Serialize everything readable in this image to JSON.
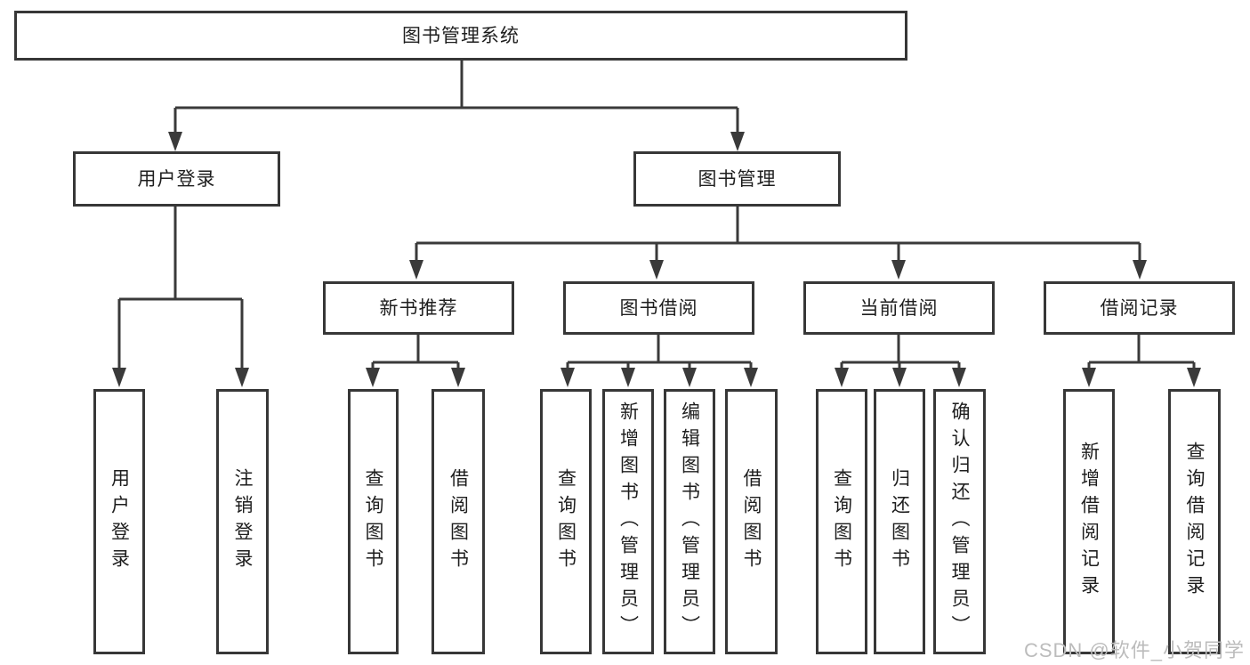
{
  "diagram": {
    "root": "图书管理系统",
    "level2": [
      "用户登录",
      "图书管理"
    ],
    "level3": [
      "新书推荐",
      "图书借阅",
      "当前借阅",
      "借阅记录"
    ],
    "level4": {
      "user_login": [
        "用户登录",
        "注销登录"
      ],
      "new_books": [
        "查询图书",
        "借阅图书"
      ],
      "book_borrow": [
        "查询图书",
        "新增图书（管理员）",
        "编辑图书（管理员）",
        "借阅图书"
      ],
      "current_borrow": [
        "查询图书",
        "归还图书",
        "确认归还（管理员）"
      ],
      "borrow_records": [
        "新增借阅记录",
        "查询借阅记录"
      ]
    }
  },
  "watermark": "CSDN @软件_小贺同学",
  "colors": {
    "line": "#3a3a3a",
    "border": "#373737",
    "text": "#1e1e1e",
    "watermark": "#bcbcbc",
    "background": "#ffffff"
  }
}
